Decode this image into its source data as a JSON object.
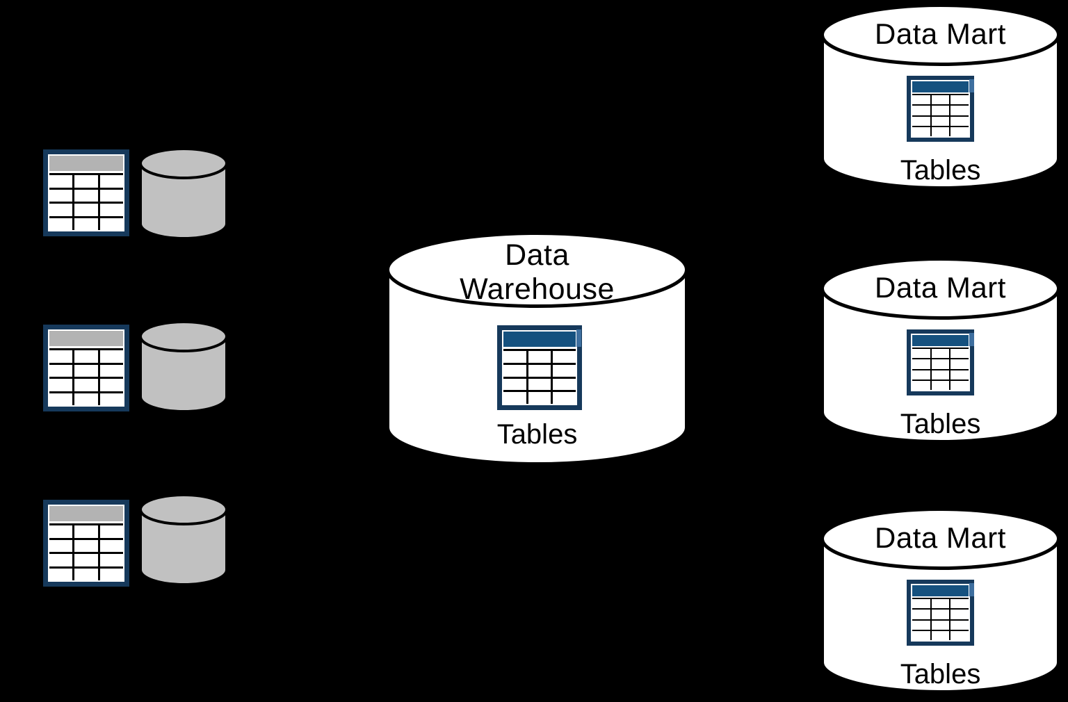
{
  "colors": {
    "background": "#000000",
    "navy_border": "#16395B",
    "header_blue": "#15517F",
    "header_blue_light": "#3E6F9F",
    "cylinder_gray": "#C1C1C1",
    "table_header_gray": "#B3B3B3",
    "cylinder_white": "#FFFFFF",
    "text_black": "#000000"
  },
  "sources": [
    {
      "table_icon": "table-icon",
      "database_icon": "database-cylinder-icon"
    },
    {
      "table_icon": "table-icon",
      "database_icon": "database-cylinder-icon"
    },
    {
      "table_icon": "table-icon",
      "database_icon": "database-cylinder-icon"
    }
  ],
  "warehouse": {
    "title": "Data Warehouse",
    "title_line1": "Data",
    "title_line2": "Warehouse",
    "tables_label": "Tables",
    "table_icon": "table-icon"
  },
  "data_marts": [
    {
      "title": "Data Mart",
      "tables_label": "Tables",
      "table_icon": "table-icon"
    },
    {
      "title": "Data Mart",
      "tables_label": "Tables",
      "table_icon": "table-icon"
    },
    {
      "title": "Data Mart",
      "tables_label": "Tables",
      "table_icon": "table-icon"
    }
  ]
}
